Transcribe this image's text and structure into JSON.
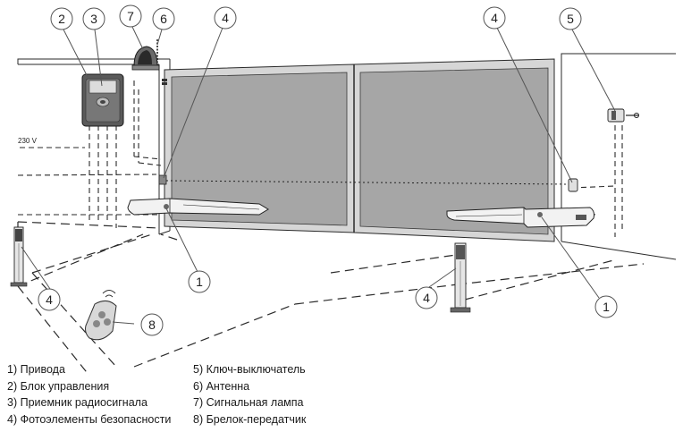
{
  "callouts": [
    {
      "id": "c2",
      "number": "2"
    },
    {
      "id": "c3",
      "number": "3"
    },
    {
      "id": "c7",
      "number": "7"
    },
    {
      "id": "c6",
      "number": "6"
    },
    {
      "id": "c4a",
      "number": "4"
    },
    {
      "id": "c4b",
      "number": "4"
    },
    {
      "id": "c5",
      "number": "5"
    },
    {
      "id": "c1a",
      "number": "1"
    },
    {
      "id": "c4c",
      "number": "4"
    },
    {
      "id": "c8",
      "number": "8"
    },
    {
      "id": "c4d",
      "number": "4"
    },
    {
      "id": "c1b",
      "number": "1"
    }
  ],
  "voltage_label": "230 V",
  "legend": {
    "left": [
      "1) Привода",
      "2) Блок управления",
      "3) Приемник радиосигнала",
      "4) Фотоэлементы безопасности"
    ],
    "right": [
      "5) Ключ-выключатель",
      "6) Антенна",
      "7) Сигнальная лампа",
      "8) Брелок-передатчик"
    ]
  },
  "colors": {
    "gate_fill": "#a6a6a6",
    "outline": "#2a2a2a",
    "callout_stroke": "#555555"
  }
}
